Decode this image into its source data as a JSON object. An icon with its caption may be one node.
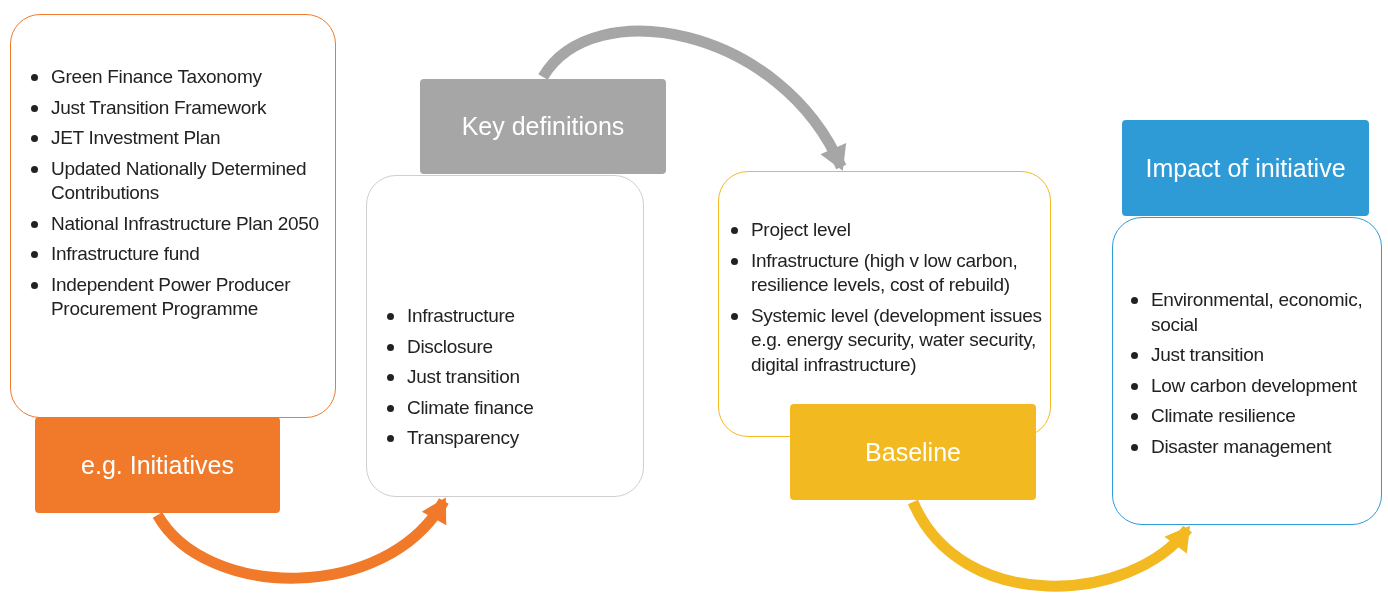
{
  "diagram": {
    "nodes": [
      {
        "text": [
          "Green Finance Taxonomy",
          "Just Transition Framework",
          "JET Investment Plan",
          "Updated Nationally Determined Contributions",
          "National Infrastructure Plan 2050",
          "Infrastructure fund",
          "Independent Power Producer Procurement Programme"
        ]
      },
      {
        "text": [
          "e.g. Initiatives"
        ]
      },
      {
        "text": [
          "Infrastructure",
          "Disclosure",
          "Just transition",
          "Climate finance",
          "Transparency"
        ]
      },
      {
        "text": [
          "Key definitions"
        ]
      },
      {
        "text": [
          "Project level",
          "Infrastructure (high v low carbon, resilience levels, cost of rebuild)",
          "Systemic level (development issues e.g. energy security, water security, digital infrastructure)"
        ]
      },
      {
        "text": [
          "Baseline"
        ]
      },
      {
        "text": [
          "Environmental, economic, social",
          "Just transition",
          "Low carbon development",
          "Climate resilience",
          "Disaster management"
        ]
      },
      {
        "text": [
          "Impact of initiative"
        ]
      }
    ],
    "edges": [
      {
        "from": 1,
        "to": 2,
        "arrow": "to",
        "color": "#f07a2a"
      },
      {
        "from": 3,
        "to": 4,
        "arrow": "to",
        "color": "#a6a6a6"
      },
      {
        "from": 5,
        "to": 6,
        "arrow": "to",
        "color": "#f3b921"
      }
    ]
  }
}
